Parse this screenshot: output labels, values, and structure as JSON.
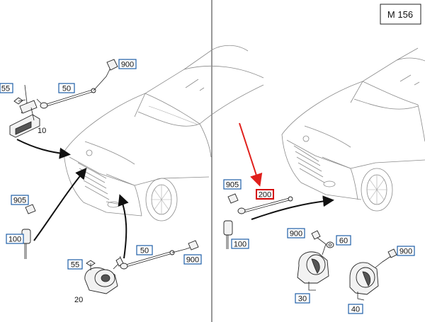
{
  "engine_code": "M 156",
  "colors": {
    "callout_border": "#1f5fa8",
    "highlight_border": "#d40000",
    "arrow": "#e0201c",
    "line": "#111111"
  },
  "left_panel": {
    "callouts": {
      "c900": "900",
      "c50": "50",
      "c55": "55",
      "c905": "905",
      "c100": "100",
      "c55b": "55",
      "c50b": "50",
      "c900b": "900"
    },
    "labels": {
      "l10": "10",
      "l20": "20"
    }
  },
  "right_panel": {
    "callouts": {
      "c905": "905",
      "c200": "200",
      "c100": "100",
      "c900": "900",
      "c60": "60",
      "c900b": "900",
      "c30": "30",
      "c40": "40"
    }
  }
}
